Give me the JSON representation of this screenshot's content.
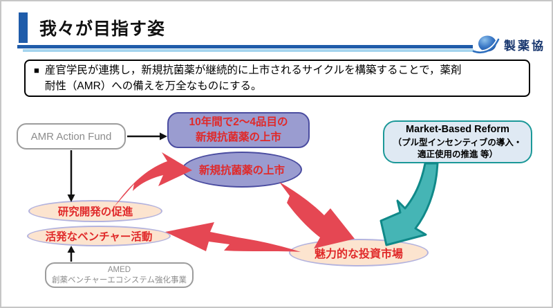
{
  "slide": {
    "title": "我々が目指す姿",
    "logo_text": "製薬協",
    "summary": {
      "bullet": "■",
      "line1": "産官学民が連携し，新規抗菌薬が継続的に上市されるサイクルを構築することで，薬剤",
      "line2": "耐性（AMR）への備えを万全なものにする。"
    }
  },
  "diagram": {
    "amr_fund": {
      "label": "AMR Action Fund"
    },
    "launch_target": {
      "line1": "10年間で2〜4品目の",
      "line2": "新規抗菌薬の上市"
    },
    "launch": {
      "label": "新規抗菌薬の上市"
    },
    "market_reform": {
      "line1": "Market-Based Reform",
      "line2": "（プル型インセンティブの導入・",
      "line3": "適正使用の推進 等）"
    },
    "research": {
      "label": "研究開発の促進"
    },
    "venture": {
      "label": "活発なベンチャー活動"
    },
    "investment": {
      "label": "魅力的な投資市場"
    },
    "amed": {
      "line1": "AMED",
      "line2": "創薬ベンチャーエコシステム強化事業"
    }
  },
  "colors": {
    "accent_blue": "#1f5caa",
    "light_blue_rule": "#a5d5ee",
    "purple_fill": "#9a9cd0",
    "purple_border": "#4a4ca0",
    "teal_border": "#108989",
    "teal_fill": "#45b5b5",
    "mbr_fill": "#dfe9f3",
    "peach_fill": "#fce4cf",
    "peach_border": "#b3b3de",
    "red_text": "#e02929",
    "red_arrow": "#e54753",
    "gray_border": "#9c9c9c",
    "gray_text": "#8c8c8c",
    "logo_navy": "#17366e"
  }
}
